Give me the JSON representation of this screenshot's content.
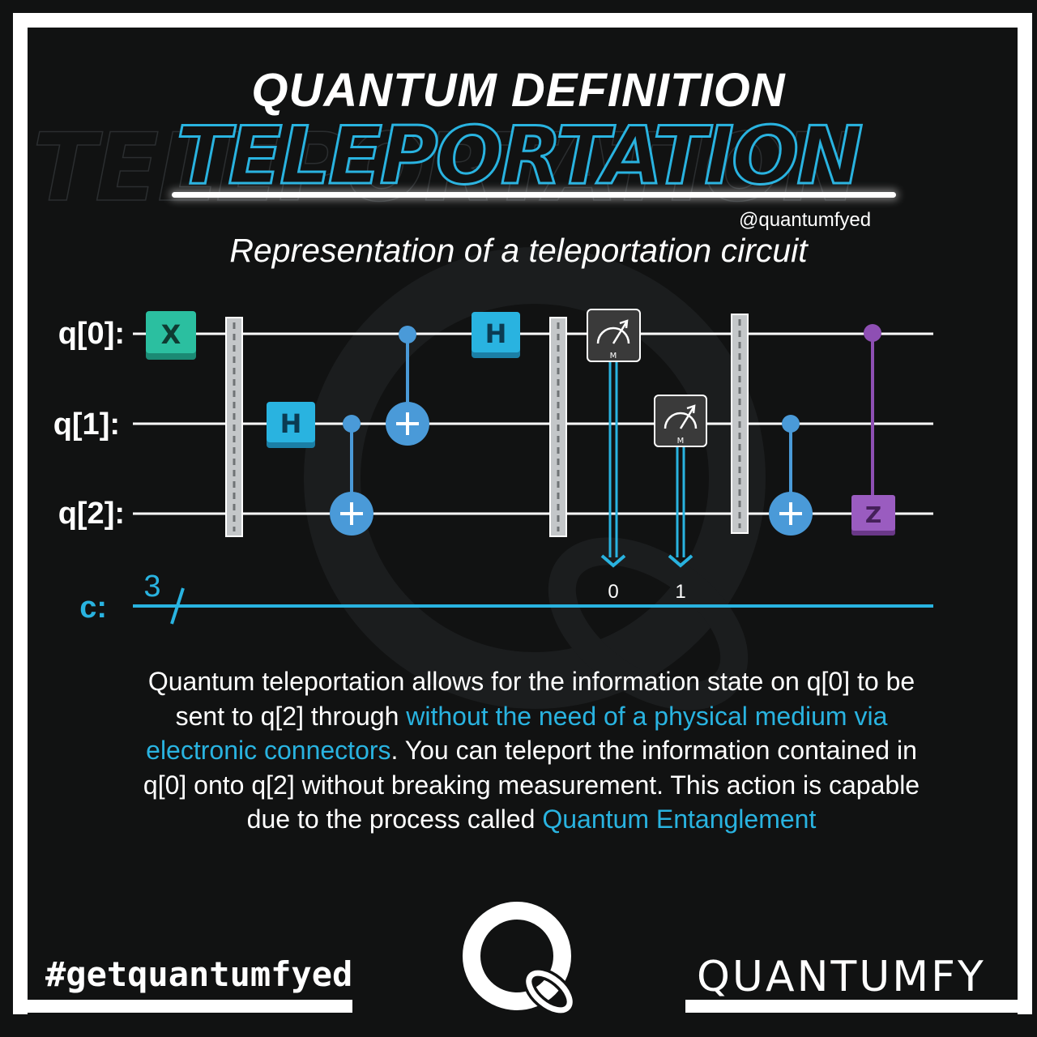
{
  "header": {
    "title": "QUANTUM DEFINITION",
    "word": "TELEPORTATION",
    "handle": "@quantumfyed",
    "subtitle": "Representation of a teleportation circuit"
  },
  "circuit": {
    "qubits": [
      "q[0]:",
      "q[1]:",
      "q[2]:"
    ],
    "classical_label": "c:",
    "classical_bits": "3",
    "gates": {
      "x": "X",
      "h": "H",
      "z": "Z",
      "measure": "M"
    },
    "measure_targets": [
      "0",
      "1"
    ],
    "colors": {
      "wire": "#ffffff",
      "classical": "#29b3e0",
      "x_gate": "#2bbfa0",
      "h_gate": "#29b3e0",
      "cnot": "#4a9ad8",
      "cz": "#8e4fb3",
      "measure": "#3a3a3a",
      "barrier": "#b9bcbe"
    }
  },
  "description": {
    "part1": "Quantum teleportation allows for the information state on q[0] to be sent to q[2] through ",
    "highlight1": "without the need of a physical medium via electronic connectors",
    "part2": ". You can teleport the information contained in q[0] onto q[2] without breaking measurement. This action is capable due to the process called ",
    "highlight2": "Quantum Entanglement"
  },
  "footer": {
    "hashtag": "#getquantumfyed",
    "brand": "QUANTUMFY"
  }
}
